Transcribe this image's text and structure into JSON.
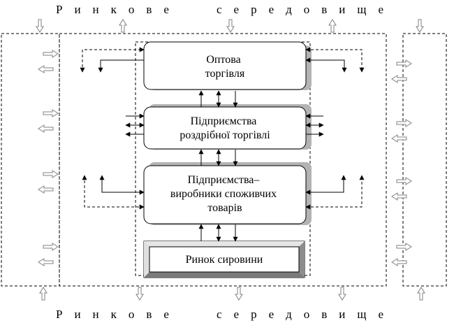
{
  "environment": {
    "top_label": "Ринкове середовище",
    "bottom_label": "Ринкове середовище"
  },
  "blocks": {
    "wholesale": [
      "Оптова",
      "торгівля"
    ],
    "retail": [
      "Підприємства",
      "роздрібної торгівлі"
    ],
    "producers": [
      "Підприємства–",
      "виробники споживчих",
      "товарів"
    ],
    "raw_market": "Ринок сировини"
  },
  "colors": {
    "line": "#000000",
    "shadow": "#b3b3b3",
    "outline_arrow": "#808080",
    "raw_frame_gray": "#c8c8c8"
  }
}
